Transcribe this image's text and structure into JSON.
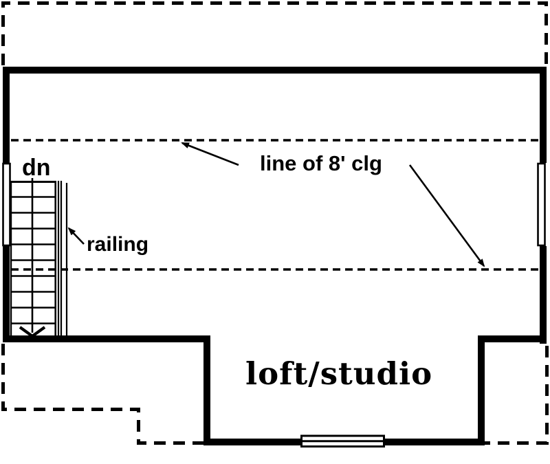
{
  "plan": {
    "room_label": "loft/studio",
    "stair_direction_label": "dn",
    "railing_label": "railing",
    "ceiling_label": "line of 8' clg"
  },
  "colors": {
    "ink": "#000000",
    "paper": "#ffffff"
  }
}
